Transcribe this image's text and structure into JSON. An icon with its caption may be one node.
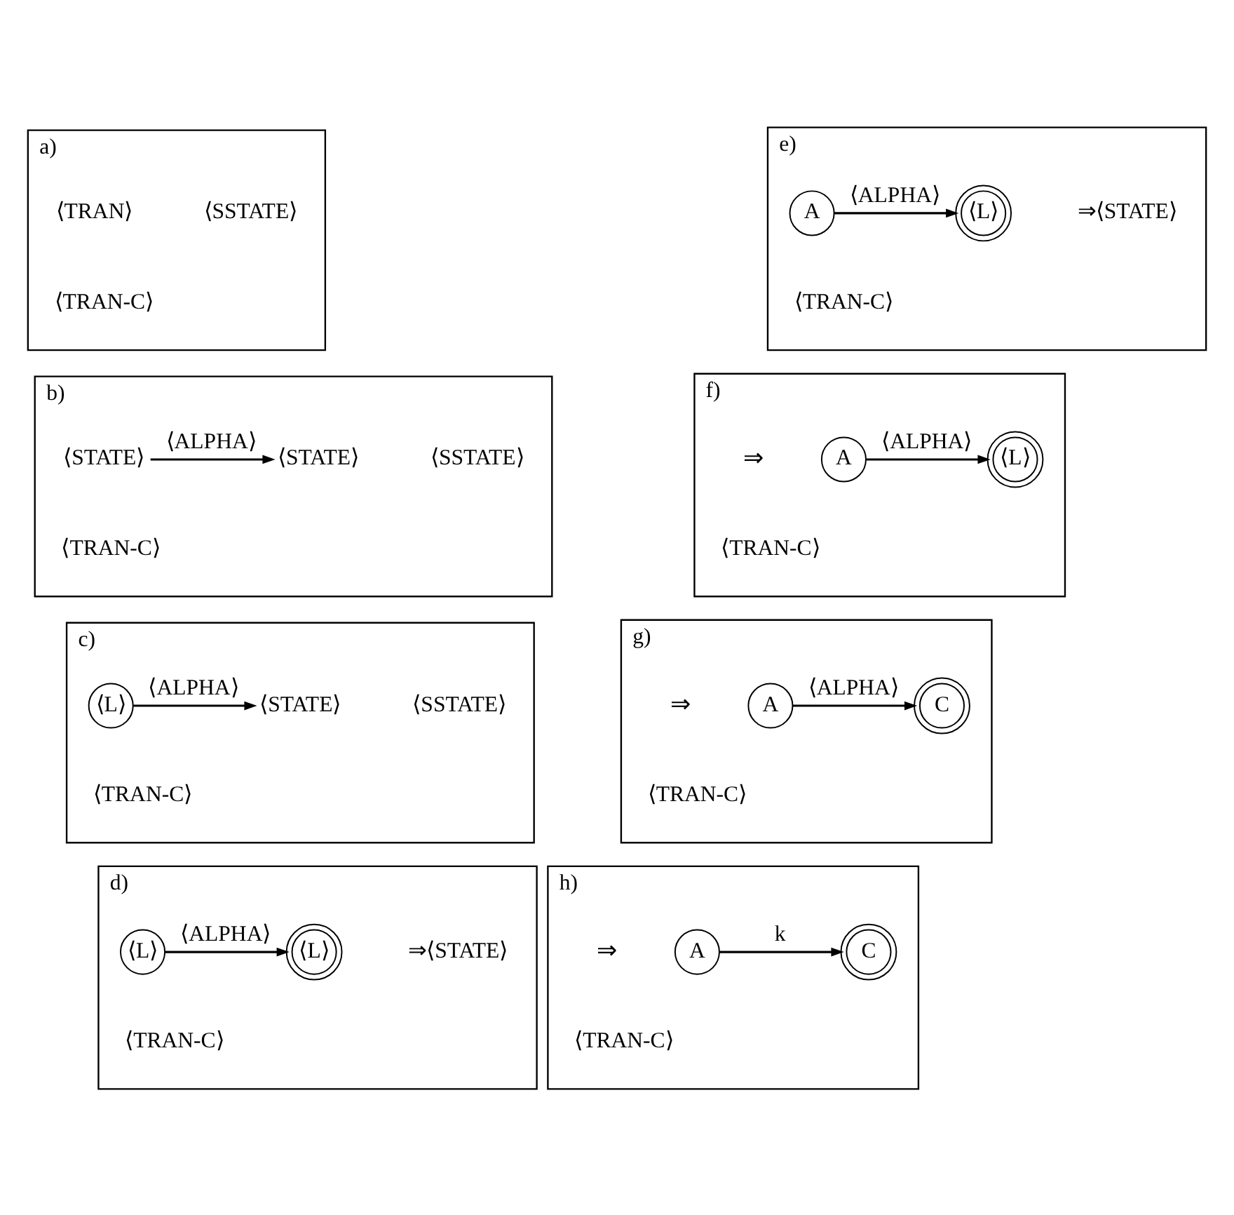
{
  "diagram": {
    "nodes": [
      {
        "text": [
          "a)"
        ]
      },
      {
        "text": [
          "⟨TRAN⟩"
        ],
        "in": 0
      },
      {
        "text": [
          "⟨SSTATE⟩"
        ],
        "in": 0
      },
      {
        "text": [
          "⟨TRAN-C⟩"
        ],
        "in": 0
      },
      {
        "text": [
          "b)"
        ]
      },
      {
        "text": [
          "⟨STATE⟩"
        ],
        "in": 4
      },
      {
        "text": [
          "⟨STATE⟩"
        ],
        "in": 4
      },
      {
        "text": [
          "⟨SSTATE⟩"
        ],
        "in": 4
      },
      {
        "text": [
          "⟨TRAN-C⟩"
        ],
        "in": 4
      },
      {
        "text": [
          "c)"
        ]
      },
      {
        "text": [
          "⟨L⟩"
        ],
        "in": 9
      },
      {
        "text": [
          "⟨STATE⟩"
        ],
        "in": 9
      },
      {
        "text": [
          "⟨SSTATE⟩"
        ],
        "in": 9
      },
      {
        "text": [
          "⟨TRAN-C⟩"
        ],
        "in": 9
      },
      {
        "text": [
          "d)"
        ]
      },
      {
        "text": [
          "⟨L⟩"
        ],
        "in": 14
      },
      {
        "text": [
          "⟨L⟩"
        ],
        "in": 14
      },
      {
        "text": [
          "⇒⟨STATE⟩"
        ],
        "in": 14
      },
      {
        "text": [
          "⟨TRAN-C⟩"
        ],
        "in": 14
      },
      {
        "text": [
          "e)"
        ]
      },
      {
        "text": [
          "A"
        ],
        "in": 19
      },
      {
        "text": [
          "⟨L⟩"
        ],
        "in": 19
      },
      {
        "text": [
          "⇒⟨STATE⟩"
        ],
        "in": 19
      },
      {
        "text": [
          "⟨TRAN-C⟩"
        ],
        "in": 19
      },
      {
        "text": [
          "f)"
        ]
      },
      {
        "text": [
          "A"
        ],
        "in": 24,
        "beside": [
          "⇒"
        ]
      },
      {
        "text": [
          "⟨L⟩"
        ],
        "in": 24
      },
      {
        "text": [
          "⟨TRAN-C⟩"
        ],
        "in": 24
      },
      {
        "text": [
          "g)"
        ]
      },
      {
        "text": [
          "A"
        ],
        "in": 28,
        "beside": [
          "⇒"
        ]
      },
      {
        "text": [
          "C"
        ],
        "in": 28
      },
      {
        "text": [
          "⟨TRAN-C⟩"
        ],
        "in": 28
      },
      {
        "text": [
          "h)"
        ]
      },
      {
        "text": [
          "A"
        ],
        "in": 32,
        "beside": [
          "⇒"
        ]
      },
      {
        "text": [
          "C"
        ],
        "in": 32
      },
      {
        "text": [
          "⟨TRAN-C⟩"
        ],
        "in": 32
      }
    ],
    "edges": [
      {
        "from": 5,
        "to": 6,
        "arrow": "to",
        "label": "⟨ALPHA⟩"
      },
      {
        "from": 10,
        "to": 11,
        "arrow": "to",
        "label": "⟨ALPHA⟩"
      },
      {
        "from": 15,
        "to": 16,
        "arrow": "to",
        "label": "⟨ALPHA⟩"
      },
      {
        "from": 20,
        "to": 21,
        "arrow": "to",
        "label": "⟨ALPHA⟩"
      },
      {
        "from": 25,
        "to": 26,
        "arrow": "to",
        "label": "⟨ALPHA⟩"
      },
      {
        "from": 29,
        "to": 30,
        "arrow": "to",
        "label": "⟨ALPHA⟩"
      },
      {
        "from": 33,
        "to": 34,
        "arrow": "to",
        "label": "k"
      }
    ]
  }
}
